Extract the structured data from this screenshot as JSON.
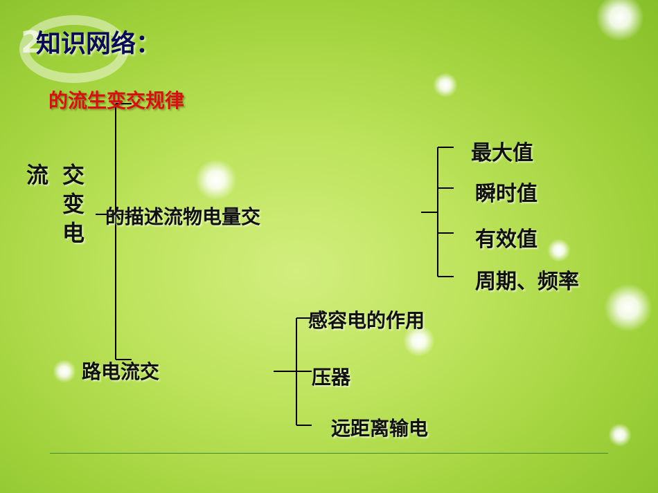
{
  "title": "知识网络：",
  "logo_text": "2",
  "root": [
    "流",
    "交",
    "变",
    "电"
  ],
  "branch_top": "的流生变交规律",
  "branch_mid": "的描述流物电量交",
  "branch_bottom": "路电流交",
  "quantities": [
    "最大值",
    "瞬时值",
    "有效值",
    "周期、频率"
  ],
  "circuit_items": [
    "感容电的作用",
    "压器",
    "远距离输电"
  ],
  "colors": {
    "accent_red": "#d41010",
    "title_blue": "#0a0a55"
  }
}
